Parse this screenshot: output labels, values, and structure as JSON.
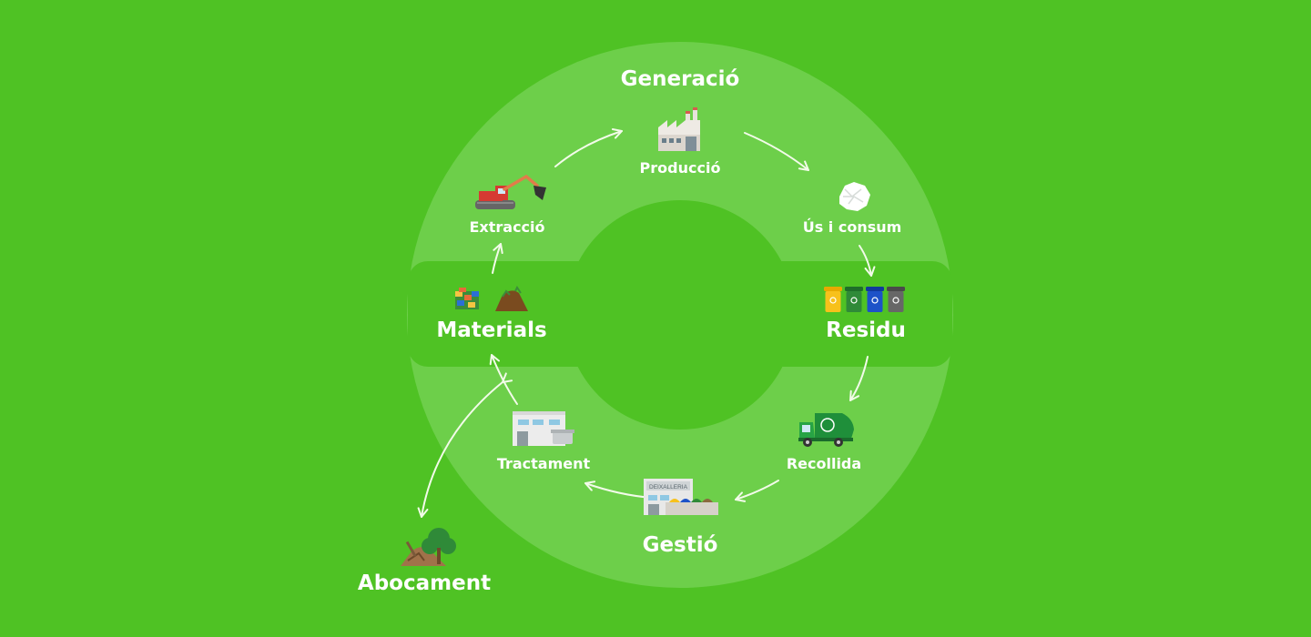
{
  "title": "",
  "colors": {
    "background": "#4fc224",
    "ring": "#6dcf4a",
    "text": "#ffffff",
    "arrow": "#f2fbe9"
  },
  "sections": {
    "generacio": "Generació",
    "residu": "Residu",
    "gestio": "Gestió",
    "materials": "Materials",
    "abocament": "Abocament"
  },
  "steps": {
    "produccio": "Producció",
    "us_consum": "Ús i consum",
    "recollida": "Recollida",
    "tractament": "Tractament",
    "extraccio": "Extracció"
  },
  "icons": {
    "produccio": "factory-icon",
    "us_consum": "crumpled-paper-icon",
    "residu": "recycling-bins-icon",
    "recollida": "garbage-truck-icon",
    "gestio": "deixalleria-building-icon",
    "tractament": "treatment-plant-icon",
    "materials": "raw-materials-icon",
    "extraccio": "excavator-icon",
    "abocament": "landfill-icon"
  },
  "signs": {
    "deixalleria": "DEIXALLERIA"
  }
}
